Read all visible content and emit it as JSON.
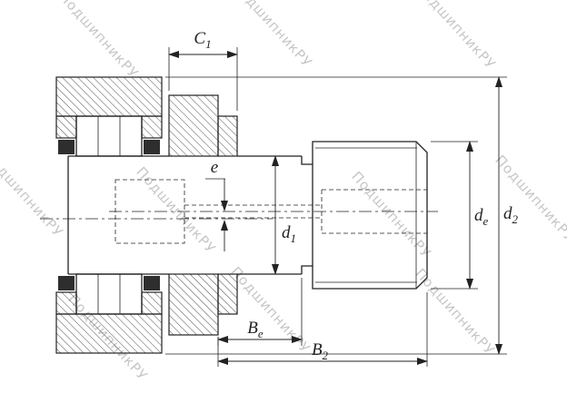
{
  "watermark": {
    "text": "ПодшипникРУ"
  },
  "colors": {
    "line": "#222222",
    "watermark": "#bdbdbd"
  },
  "dims": {
    "c1": {
      "base": "C",
      "sub": "1"
    },
    "e": {
      "base": "e",
      "sub": ""
    },
    "d1": {
      "base": "d",
      "sub": "1"
    },
    "de": {
      "base": "d",
      "sub": "e"
    },
    "d2": {
      "base": "d",
      "sub": "2"
    },
    "be": {
      "base": "B",
      "sub": "e"
    },
    "b2": {
      "base": "B",
      "sub": "2"
    }
  }
}
